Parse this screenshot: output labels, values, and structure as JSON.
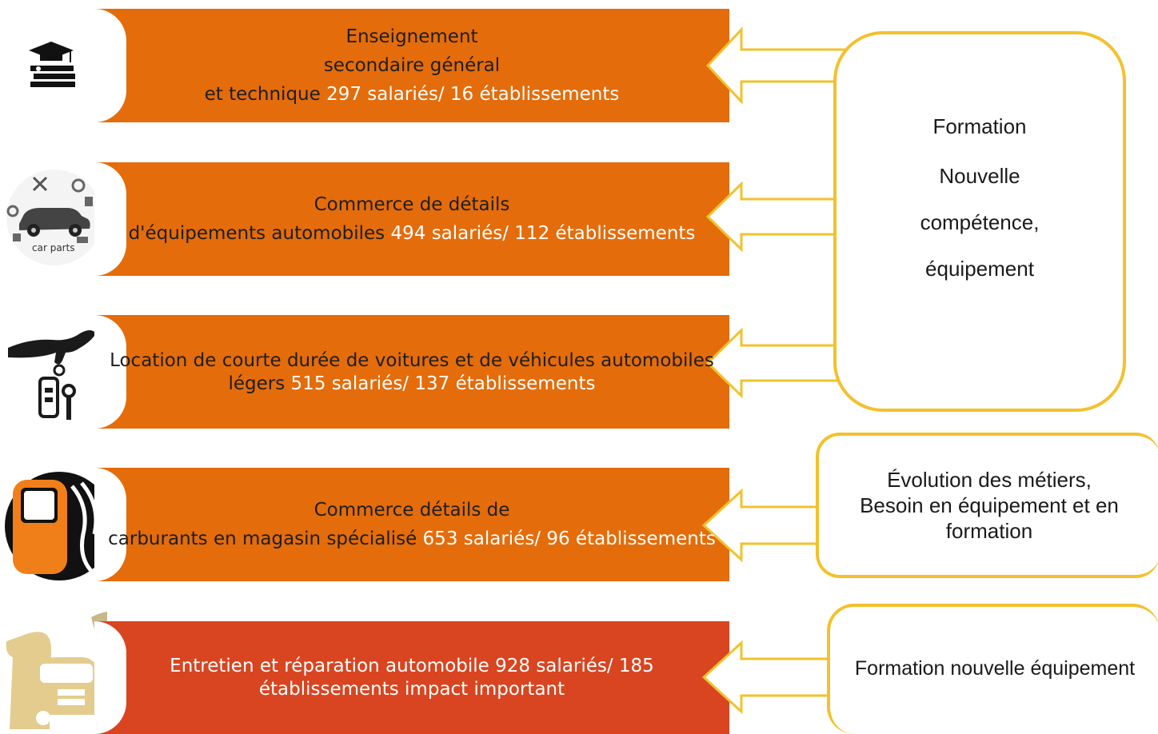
{
  "rows": [
    {
      "lines": [
        {
          "plain": "Enseignement",
          "highlight": ""
        },
        {
          "plain": "secondaire général",
          "highlight": ""
        },
        {
          "plain": "et technique ",
          "highlight": "297 salariés/ 16 établissements"
        }
      ],
      "icon": "graduation-cap-books-icon",
      "color": "#e46c0a"
    },
    {
      "lines": [
        {
          "plain": "Commerce de détails",
          "highlight": ""
        },
        {
          "plain": "d'équipements  automobiles ",
          "highlight": "494 salariés/ 112 établissements"
        }
      ],
      "icon": "car-parts-icon",
      "icon_label": "car parts",
      "color": "#e46c0a"
    },
    {
      "lines": [
        {
          "plain": "Location de courte  durée de voitures et de véhicules automobiles",
          "highlight": ""
        },
        {
          "plain": "légers ",
          "highlight": "515 salariés/ 137 établissements"
        }
      ],
      "icon": "car-key-hand-icon",
      "color": "#e46c0a"
    },
    {
      "lines": [
        {
          "plain": "Commerce détails de",
          "highlight": ""
        },
        {
          "plain": "carburants en magasin spécialisé ",
          "highlight": "653 salariés/ 96 établissements"
        }
      ],
      "icon": "fuel-pump-icon",
      "color": "#e46c0a"
    },
    {
      "lines": [
        {
          "plain": "Entretien et réparation automobile 928 salariés/ 185",
          "highlight": ""
        },
        {
          "plain": "établissements impact important",
          "highlight": ""
        }
      ],
      "icon": "car-repair-wrench-icon",
      "color": "#d84520",
      "text_color": "#ffffff"
    }
  ],
  "boxes": [
    {
      "lines": [
        "Formation",
        "Nouvelle",
        "compétence,",
        "équipement"
      ]
    },
    {
      "lines": [
        "Évolution des métiers,",
        "Besoin en équipement  et en",
        "formation"
      ]
    },
    {
      "lines": [
        "Formation nouvelle équipement"
      ]
    }
  ],
  "colors": {
    "band": "#e46c0a",
    "band_last": "#d84520",
    "box_border": "#f2c12e",
    "highlight": "#ffffff"
  }
}
